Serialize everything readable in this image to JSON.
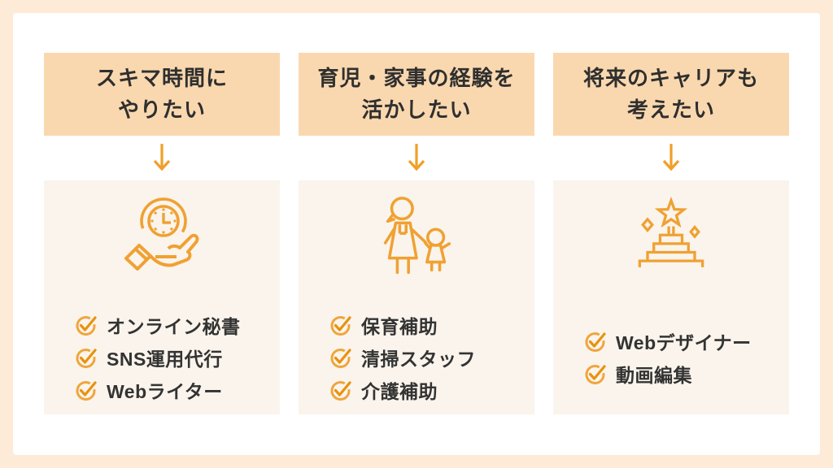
{
  "colors": {
    "frame_bg": "#FDEBD8",
    "panel_bg": "#FFFFFF",
    "header_bg": "#FAD8AF",
    "card_bg": "#FAF4EC",
    "accent_orange": "#F0A028",
    "check_circle": "#F0A53C",
    "check_mark": "#E8920E",
    "text_dark": "#2F2F2F"
  },
  "columns": [
    {
      "header": {
        "line1": "スキマ時間に",
        "line2": "やりたい"
      },
      "icon": "hand-clock-icon",
      "items": [
        "オンライン秘書",
        "SNS運用代行",
        "Webライター"
      ]
    },
    {
      "header": {
        "line1": "育児・家事の経験を",
        "line2": "活かしたい"
      },
      "icon": "mother-child-icon",
      "items": [
        "保育補助",
        "清掃スタッフ",
        "介護補助"
      ]
    },
    {
      "header": {
        "line1": "将来のキャリアも",
        "line2": "考えたい"
      },
      "icon": "star-trophy-icon",
      "items": [
        "Webデザイナー",
        "動画編集"
      ]
    }
  ],
  "icons": {
    "arrow": "down-arrow-icon",
    "check": "check-circle-icon"
  }
}
